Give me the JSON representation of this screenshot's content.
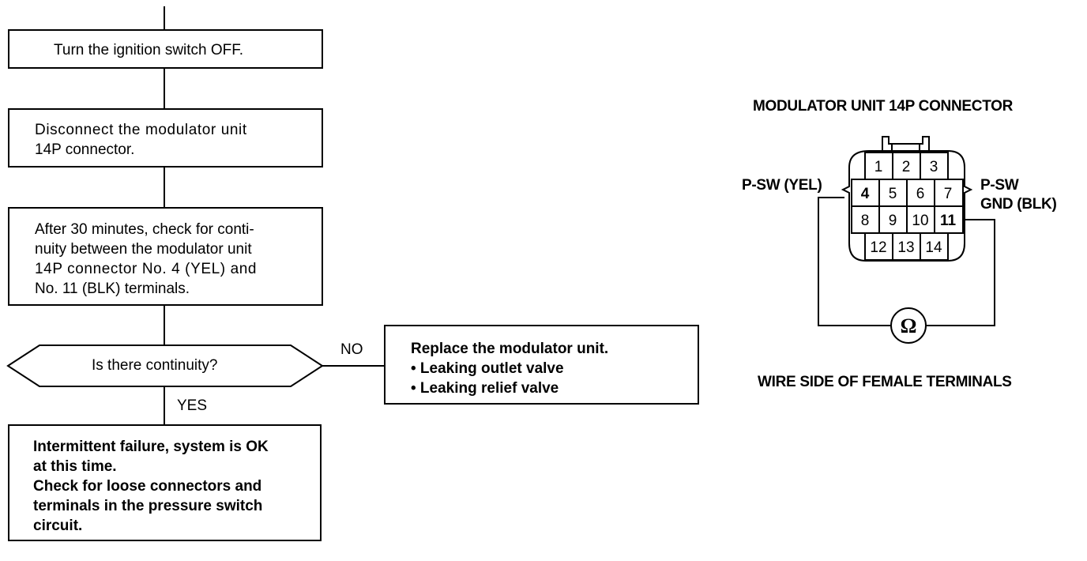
{
  "flow": {
    "step1": "Turn the ignition switch OFF.",
    "step2": [
      "Disconnect the modulator unit",
      "14P connector."
    ],
    "step3": [
      "After 30 minutes, check for conti-",
      "nuity between the modulator unit",
      "14P connector No. 4 (YEL) and",
      "No. 11 (BLK) terminals."
    ],
    "decision": "Is there continuity?",
    "no_label": "NO",
    "yes_label": "YES",
    "no_result": [
      "Replace the modulator unit.",
      "• Leaking outlet valve",
      "• Leaking relief valve"
    ],
    "yes_result": [
      "Intermittent failure, system is OK",
      "at this time.",
      "Check for loose connectors and",
      "terminals in the pressure switch",
      "circuit."
    ]
  },
  "connector": {
    "title": "MODULATOR UNIT 14P CONNECTOR",
    "caption": "WIRE SIDE OF FEMALE TERMINALS",
    "left_label": "P-SW (YEL)",
    "right_label": [
      "P-SW",
      "GND (BLK)"
    ],
    "terminals": [
      "1",
      "2",
      "3",
      "4",
      "5",
      "6",
      "7",
      "8",
      "9",
      "10",
      "11",
      "12",
      "13",
      "14"
    ],
    "meter_symbol": "Ω",
    "meter_icon": "ohmmeter-icon"
  }
}
